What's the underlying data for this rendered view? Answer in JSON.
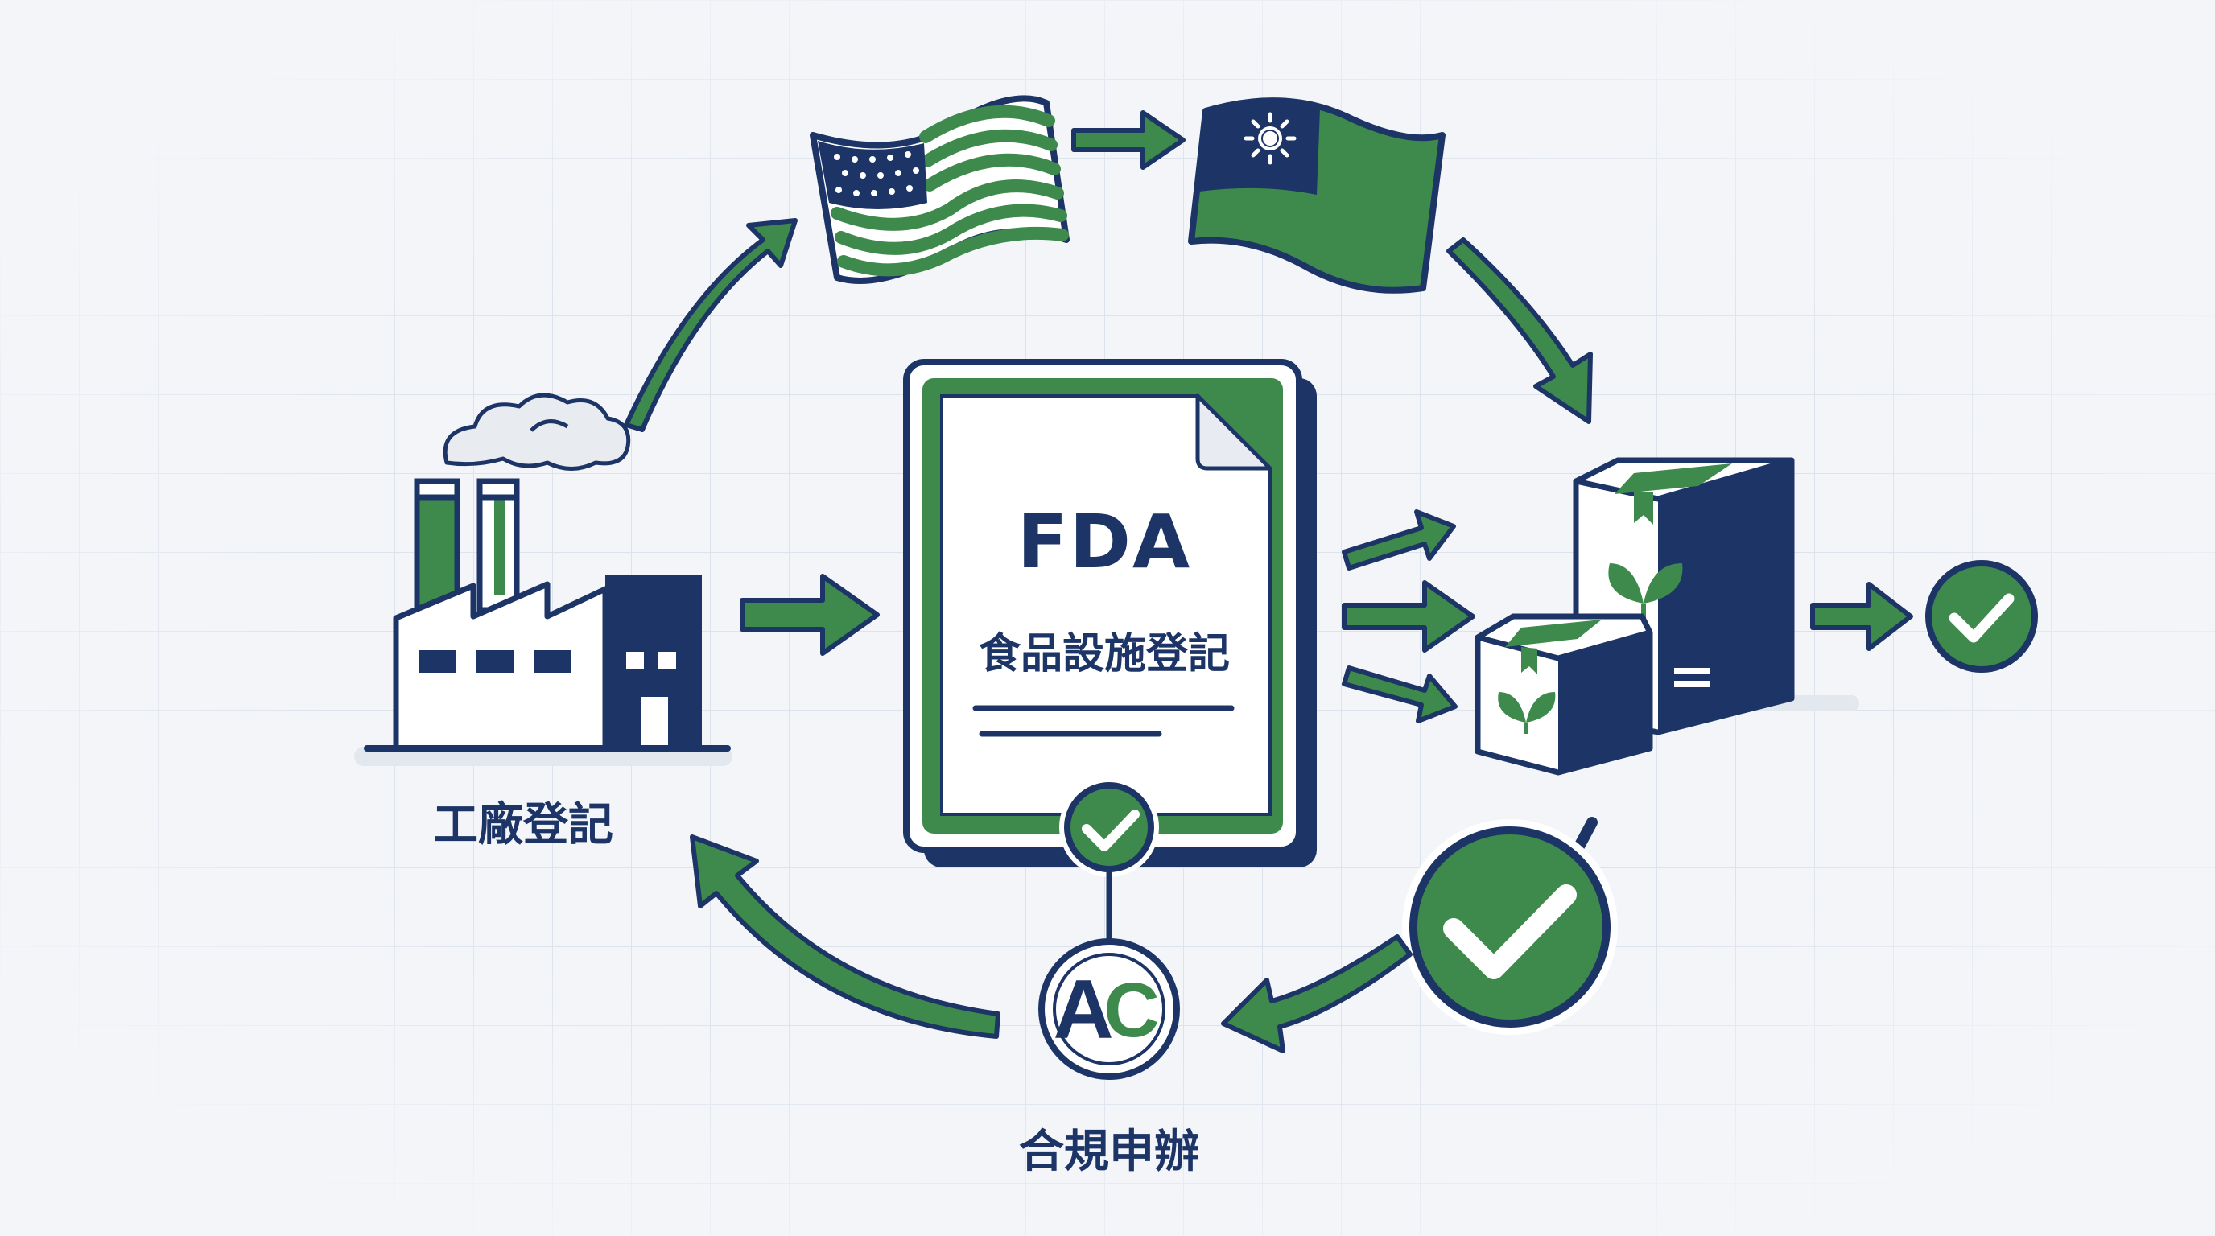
{
  "document": {
    "title": "FDA",
    "subtitle": "食品設施登記"
  },
  "labels": {
    "factory": "工廠登記",
    "compliance": "合規申辦"
  },
  "compliance_logo_letters": "AC",
  "icons": {
    "factory": "factory-icon",
    "us_flag": "us-flag-icon",
    "taiwan_flag": "taiwan-flag-icon",
    "document": "document-icon",
    "boxes": "package-boxes-icon",
    "checkmark": "checkmark-icon",
    "compliance_seal": "compliance-seal-icon"
  },
  "colors": {
    "navy": "#1c3566",
    "green": "#3e8a4c",
    "light_green": "#d8ead8",
    "background": "#f3f5f9",
    "grid": "#dde3ec",
    "white": "#ffffff"
  }
}
